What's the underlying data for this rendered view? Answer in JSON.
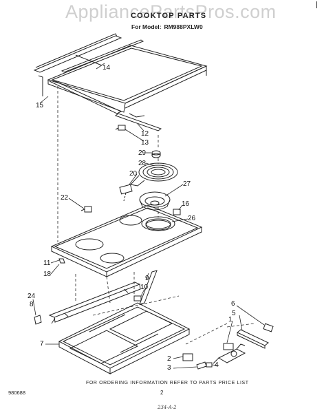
{
  "watermark": "AppliancePartsPros.com",
  "title": "COOKTOP PARTS",
  "model_label": "For Model:",
  "model_number": "RM988PXLW0",
  "callouts": [
    {
      "id": "14",
      "text": "14"
    },
    {
      "id": "15",
      "text": "15"
    },
    {
      "id": "12",
      "text": "12"
    },
    {
      "id": "13",
      "text": "13"
    },
    {
      "id": "29",
      "text": "29"
    },
    {
      "id": "28",
      "text": "28"
    },
    {
      "id": "20",
      "text": "20"
    },
    {
      "id": "27",
      "text": "27"
    },
    {
      "id": "22",
      "text": "22"
    },
    {
      "id": "16",
      "text": "16"
    },
    {
      "id": "26",
      "text": "26"
    },
    {
      "id": "11",
      "text": "11"
    },
    {
      "id": "18",
      "text": "18"
    },
    {
      "id": "9",
      "text": "9"
    },
    {
      "id": "10",
      "text": "10"
    },
    {
      "id": "24",
      "text": "24"
    },
    {
      "id": "8",
      "text": "8"
    },
    {
      "id": "6",
      "text": "6"
    },
    {
      "id": "5",
      "text": "5"
    },
    {
      "id": "1",
      "text": "1"
    },
    {
      "id": "7",
      "text": "7"
    },
    {
      "id": "2",
      "text": "2"
    },
    {
      "id": "3",
      "text": "3"
    },
    {
      "id": "4",
      "text": "4"
    }
  ],
  "footer_note": "FOR ORDERING INFORMATION REFER TO PARTS PRICE LIST",
  "doc_code": "980688",
  "page_number": "2",
  "hand_note": "234-A-2"
}
